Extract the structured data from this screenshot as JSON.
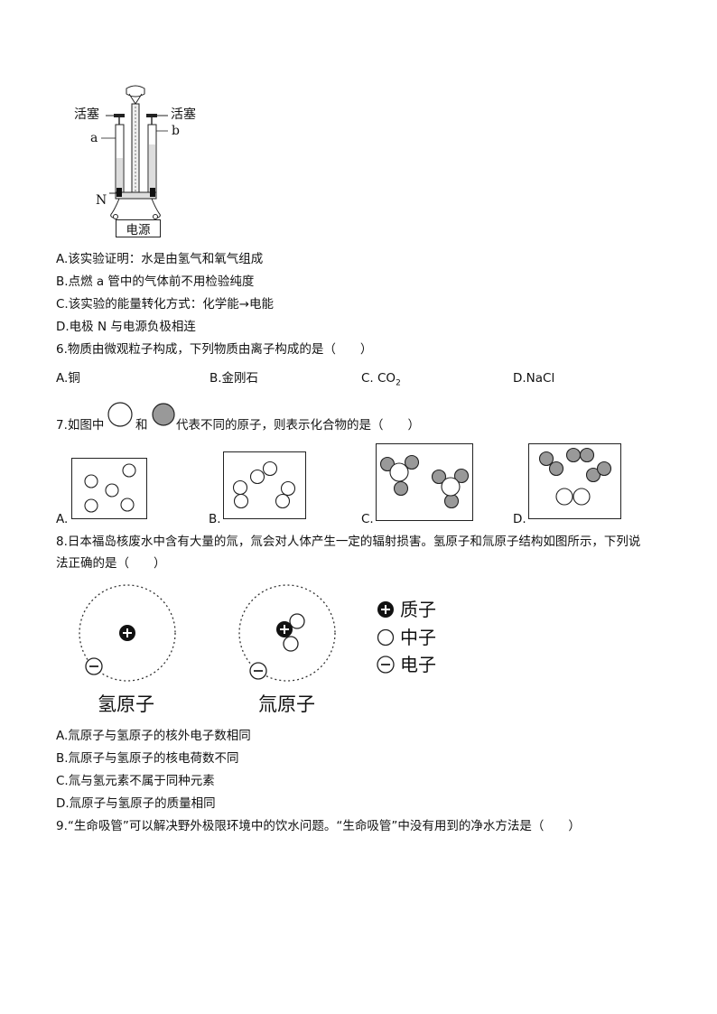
{
  "apparatus": {
    "stopcock_left": "活塞",
    "stopcock_right": "活塞",
    "tube_a": "a",
    "tube_b": "b",
    "electrode": "N",
    "power": "电源"
  },
  "q5": {
    "options": [
      "A.该实验证明：水是由氢气和氧气组成",
      "B.点燃 a 管中的气体前不用检验纯度",
      "C.该实验的能量转化方式：化学能→电能",
      "D.电极 N 与电源负极相连"
    ]
  },
  "q6": {
    "stem": "6.物质由微观粒子构成，下列物质由离子构成的是（　　）",
    "opt_a": "A.铜",
    "opt_b": "B.金刚石",
    "opt_c": "C. CO",
    "opt_c_sub": "2",
    "opt_d": "D.NaCl"
  },
  "q7": {
    "stem_pre": "7.如图中",
    "stem_mid": "和",
    "stem_post": "代表不同的原子，则表示化合物的是（　　）",
    "labels": [
      "A.",
      "B.",
      "C.",
      "D."
    ]
  },
  "q8": {
    "stem_line1": "8.日本福岛核废水中含有大量的氚，氚会对人体产生一定的辐射损害。氢原子和氚原子结构如图所示，下列说",
    "stem_line2": "法正确的是（　　）",
    "atom1_name": "氢原子",
    "atom2_name": "氚原子",
    "legend": [
      "质子",
      "中子",
      "电子"
    ],
    "options": [
      "A.氚原子与氢原子的核外电子数相同",
      "B.氚原子与氢原子的核电荷数不同",
      "C.氚与氢元素不属于同种元素",
      "D.氚原子与氢原子的质量相同"
    ]
  },
  "q9": {
    "stem": "9.“生命吸管”可以解决野外极限环境中的饮水问题。“生命吸管”中没有用到的净水方法是（　　）"
  }
}
